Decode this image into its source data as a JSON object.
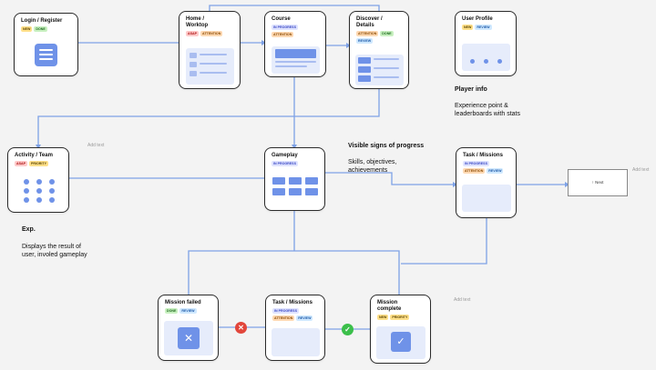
{
  "cards": {
    "login": {
      "title": "Login / Register",
      "tags": [
        "NEW",
        "DONE"
      ]
    },
    "home": {
      "title_line1": "Home /",
      "title_line2": "Worktop",
      "tags": [
        "ASAP",
        "ATTENTION"
      ]
    },
    "course": {
      "title": "Course",
      "tags": [
        "IN PROGRESS",
        "ATTENTION"
      ]
    },
    "discover": {
      "title_line1": "Discover /",
      "title_line2": "Details",
      "tags": [
        "ATTENTION",
        "DONE",
        "REVIEW"
      ]
    },
    "profile": {
      "title": "User Profile",
      "tags": [
        "NEW",
        "REVIEW"
      ]
    },
    "activity": {
      "title": "Activity / Team",
      "tags": [
        "ASAP",
        "PRIORITY"
      ]
    },
    "gameplay": {
      "title": "Gameplay",
      "tags": [
        "IN PROGRESS"
      ]
    },
    "task_right": {
      "title": "Task / Missions",
      "tags": [
        "IN PROGRESS",
        "ATTENTION",
        "REVIEW"
      ]
    },
    "mission_failed": {
      "title": "Mission failed",
      "tags": [
        "DONE",
        "REVIEW"
      ]
    },
    "task_bottom": {
      "title": "Task / Missions",
      "tags": [
        "IN PROGRESS",
        "ATTENTION",
        "REVIEW"
      ]
    },
    "mission_complete": {
      "title_line1": "Mission",
      "title_line2": "complete",
      "tags": [
        "NEW",
        "PRIORITY"
      ]
    }
  },
  "notes": {
    "player_info_title": "Player info",
    "player_info_body_1": "Experience point &",
    "player_info_body_2": "leaderboards with stats",
    "progress_title": "Visible signs of progress",
    "progress_body_1": "Skills, objectives,",
    "progress_body_2": "achievements",
    "exp_title": "Exp.",
    "exp_body_1": "Displays the result of",
    "exp_body_2": "user, involed gameplay"
  },
  "add_text": [
    "Add text",
    "Add text",
    "Add text"
  ],
  "next_box": {
    "label": "Next",
    "icon": "arrow-icon"
  },
  "status_icons": {
    "fail": "✕",
    "success": "✓"
  },
  "colors": {
    "connector": "#7ea2e6",
    "accent": "#6f92e8",
    "fail": "#e2463b",
    "success": "#3bbf4a"
  }
}
